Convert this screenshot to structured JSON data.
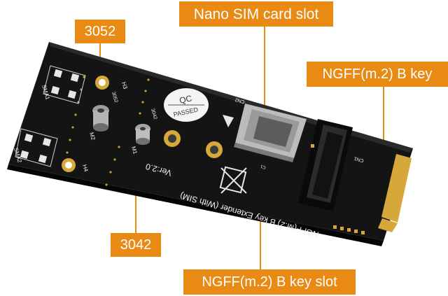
{
  "callouts": {
    "left_screw": "3052",
    "sim_slot": "Nano SIM card slot",
    "key": "NGFF(m.2) B key",
    "lower_screw": "3042",
    "key_slot": "NGFF(m.2) B key slot"
  },
  "board": {
    "product_name": "NGFF(M.2) B key Extender (With SIM)",
    "version": "Ver:2.0",
    "qc_top": "QC",
    "qc_bottom": "PASSED",
    "sma1": "SMA1",
    "sma2": "SMA2",
    "h3": "H3",
    "h4": "H4",
    "m2": "M2",
    "m1": "M1",
    "mark_3052": "3052",
    "mark_3042": "3042",
    "cn1": "CN1",
    "cn2": "CN2",
    "c1": "C1"
  },
  "colors": {
    "callout": "#e98a14",
    "pcb": "#141414",
    "gold": "#d6a83a",
    "silkscreen": "#f2f2f2"
  }
}
